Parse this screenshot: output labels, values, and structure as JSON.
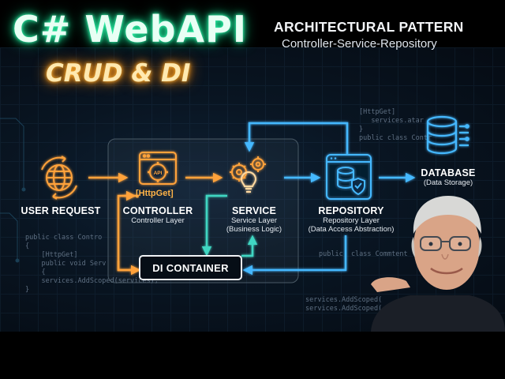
{
  "thumbnail": {
    "title_main": "C# WebAPI",
    "title_sub": "CRUD & DI",
    "pattern_title": "ARCHITECTURAL PATTERN",
    "pattern_subtitle": "Controller-Service-Repository",
    "colors": {
      "title_glow": "#39ffb4",
      "subtitle_glow": "#ff9a1a",
      "flow_orange": "#ffa23a",
      "flow_blue": "#45b8ff",
      "flow_teal": "#3fd6c2"
    }
  },
  "diagram": {
    "user_request": {
      "label": "USER REQUEST",
      "icon": "globe-icon"
    },
    "controller": {
      "label": "CONTROLLER",
      "sublabel": "Controller Layer",
      "tag": "[HttpGet]",
      "icon": "api-window-icon"
    },
    "service": {
      "label": "SERVICE",
      "sublabel_1": "Service Layer",
      "sublabel_2": "(Business Logic)",
      "icon": "gears-lightbulb-icon"
    },
    "repository": {
      "label": "REPOSITORY",
      "sublabel_1": "Repository Layer",
      "sublabel_2": "(Data Access Abstraction)",
      "icon": "database-shield-icon"
    },
    "database": {
      "label": "DATABASE",
      "sublabel": "(Data Storage)",
      "icon": "database-server-icon"
    },
    "di_container": {
      "label": "DI CONTAINER"
    }
  },
  "code_snippets": {
    "left": [
      "public class Contro",
      "{",
      "    [HttpGet]",
      "    public void Serv",
      "    {",
      "",
      "    services.AddScoped(services);",
      "}"
    ],
    "top_right": [
      "[HttpGet]",
      "   services.atar",
      "}",
      "public class Contr"
    ],
    "mid_right": [
      "public  class Commtent"
    ],
    "bottom_right": [
      "services.AddScoped(",
      "services.AddScoped("
    ]
  },
  "presenter": {
    "icon": "presenter-pointing-icon"
  }
}
